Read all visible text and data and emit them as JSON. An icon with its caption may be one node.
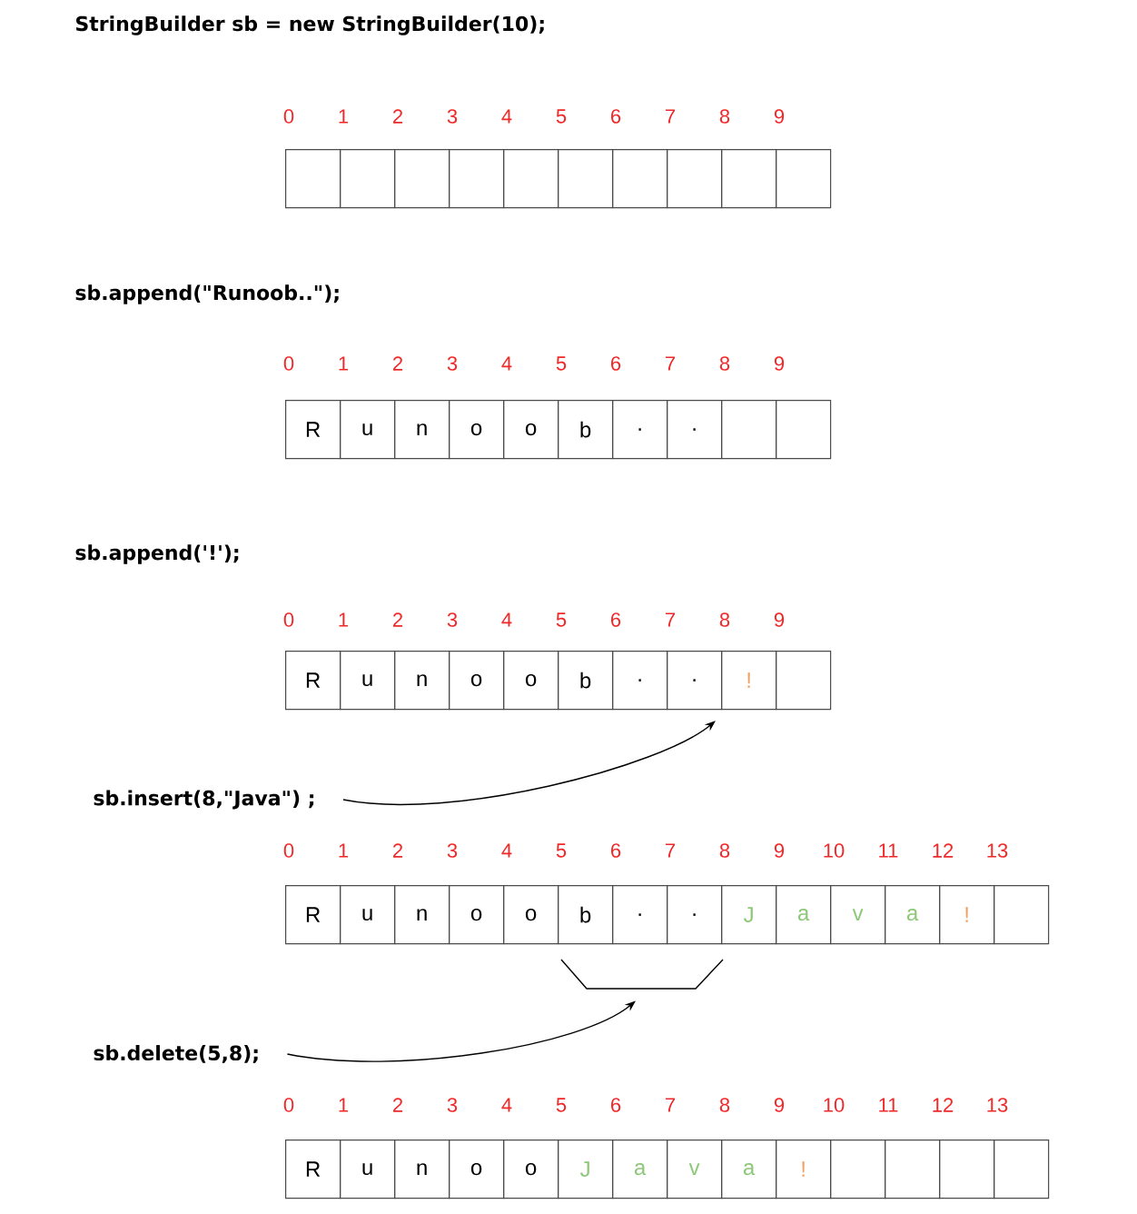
{
  "diagram": {
    "nodes": [
      {
        "text": [],
        "shape": "box"
      },
      {
        "text": [],
        "shape": "box"
      },
      {
        "text": [],
        "shape": "box"
      },
      {
        "text": [],
        "shape": "box"
      },
      {
        "text": [],
        "shape": "box"
      },
      {
        "text": [],
        "shape": "box"
      },
      {
        "text": [],
        "shape": "box"
      },
      {
        "text": [],
        "shape": "box"
      },
      {
        "text": [],
        "shape": "box"
      },
      {
        "text": [],
        "shape": "box"
      },
      {
        "text": [
          "R"
        ]
      },
      {
        "text": [
          "u"
        ]
      },
      {
        "text": [
          "n"
        ]
      },
      {
        "text": [
          "o"
        ]
      },
      {
        "text": [
          "o"
        ]
      },
      {
        "text": [
          "b"
        ]
      },
      {
        "text": [
          "."
        ]
      },
      {
        "text": [
          "."
        ]
      },
      {
        "text": [],
        "shape": "box"
      },
      {
        "text": [],
        "shape": "box"
      },
      {
        "text": [
          "R"
        ]
      },
      {
        "text": [
          "u"
        ]
      },
      {
        "text": [
          "n"
        ]
      },
      {
        "text": [
          "o"
        ]
      },
      {
        "text": [
          "o"
        ]
      },
      {
        "text": [
          "b"
        ]
      },
      {
        "text": [
          "."
        ]
      },
      {
        "text": [
          "."
        ]
      },
      {
        "text": [
          "!"
        ]
      },
      {
        "text": [],
        "shape": "box"
      },
      {
        "text": [
          "sb.insert(8,\"Java\")  ;"
        ]
      },
      {
        "text": [
          "R"
        ]
      },
      {
        "text": [
          "u"
        ]
      },
      {
        "text": [
          "n"
        ]
      },
      {
        "text": [
          "o"
        ]
      },
      {
        "text": [
          "o"
        ]
      },
      {
        "text": [
          "b"
        ]
      },
      {
        "text": [
          "."
        ]
      },
      {
        "text": [
          "."
        ]
      },
      {
        "text": [
          "J"
        ]
      },
      {
        "text": [
          "a"
        ]
      },
      {
        "text": [
          "v"
        ]
      },
      {
        "text": [
          "a"
        ]
      },
      {
        "text": [
          "!"
        ]
      },
      {
        "text": [],
        "shape": "box"
      },
      {
        "text": [],
        "shape": "bracket"
      },
      {
        "text": [
          "sb.delete(5,8);"
        ]
      },
      {
        "text": [
          "R"
        ]
      },
      {
        "text": [
          "u"
        ]
      },
      {
        "text": [
          "n"
        ]
      },
      {
        "text": [
          "o"
        ]
      },
      {
        "text": [
          "o"
        ]
      },
      {
        "text": [
          "J"
        ]
      },
      {
        "text": [
          "a"
        ]
      },
      {
        "text": [
          "v"
        ]
      },
      {
        "text": [
          "a"
        ]
      },
      {
        "text": [
          "!"
        ]
      },
      {
        "text": [],
        "shape": "box"
      },
      {
        "text": [],
        "shape": "box"
      },
      {
        "text": [],
        "shape": "box"
      },
      {
        "text": [],
        "shape": "box"
      }
    ],
    "edges": [
      {
        "from": 30,
        "to": 28,
        "arrow": "to"
      },
      {
        "from": 46,
        "to": 45,
        "arrow": "to"
      }
    ],
    "labels": [
      "StringBuilder sb = new StringBuilder(10);",
      "0",
      "1",
      "2",
      "3",
      "4",
      "5",
      "6",
      "7",
      "8",
      "9",
      "sb.append(\"Runoob..\");",
      "0",
      "1",
      "2",
      "3",
      "4",
      "5",
      "6",
      "7",
      "8",
      "9",
      "sb.append('!');",
      "0",
      "1",
      "2",
      "3",
      "4",
      "5",
      "6",
      "7",
      "8",
      "9",
      "0",
      "1",
      "2",
      "3",
      "4",
      "5",
      "6",
      "7",
      "8",
      "9",
      "10",
      "11",
      "12",
      "13",
      "0",
      "1",
      "2",
      "3",
      "4",
      "5",
      "6",
      "7",
      "8",
      "9",
      "10",
      "11",
      "12",
      "13"
    ]
  }
}
